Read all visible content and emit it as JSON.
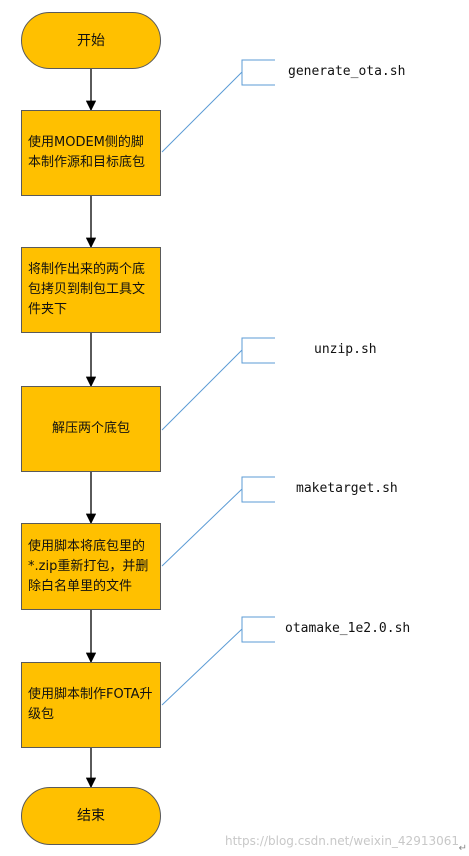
{
  "nodes": [
    {
      "id": "start",
      "text": "开始"
    },
    {
      "id": "step1",
      "text": "使用MODEM侧的脚本制作源和目标底包"
    },
    {
      "id": "step2",
      "text": "将制作出来的两个底包拷贝到制包工具文件夹下"
    },
    {
      "id": "step3",
      "text": "解压两个底包"
    },
    {
      "id": "step4",
      "text": "使用脚本将底包里的*.zip重新打包，并删除白名单里的文件"
    },
    {
      "id": "step5",
      "text": "使用脚本制作FOTA升级包"
    },
    {
      "id": "end",
      "text": "结束"
    }
  ],
  "annotations": [
    {
      "target": "step1",
      "text": "generate_ota.sh"
    },
    {
      "target": "step3",
      "text": "unzip.sh"
    },
    {
      "target": "step4",
      "text": "maketarget.sh"
    },
    {
      "target": "step5",
      "text": "otamake_1e2.0.sh"
    }
  ],
  "watermark": "https://blog.csdn.net/weixin_42913061",
  "colors": {
    "node_fill": "#FFC000",
    "line": "#000000",
    "callout": "#5B9BD5"
  }
}
